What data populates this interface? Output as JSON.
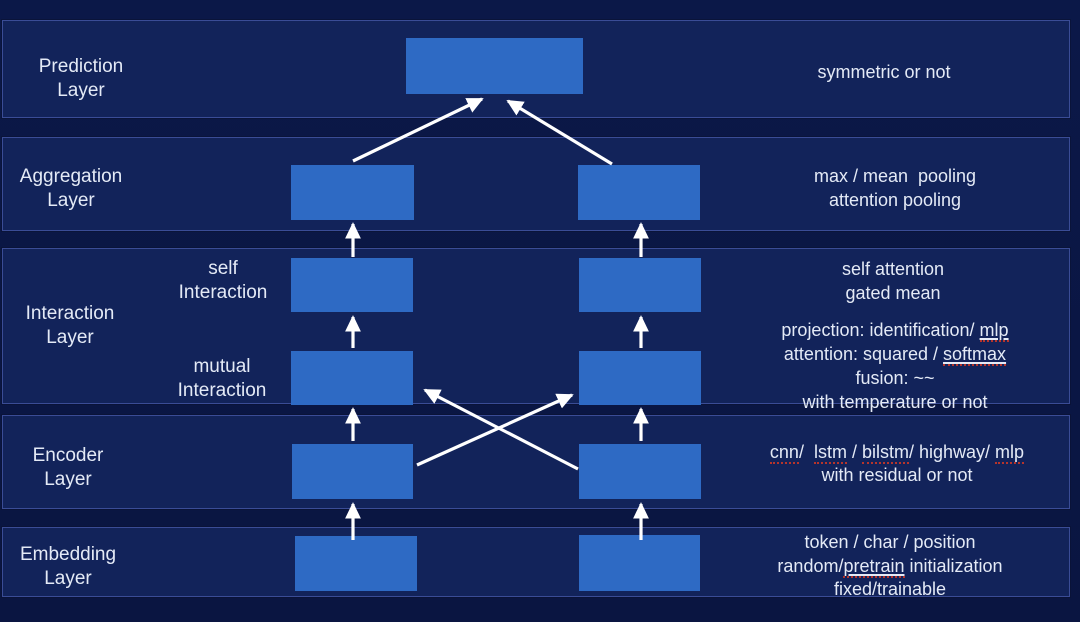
{
  "page": {
    "background": "#0A1643"
  },
  "colors": {
    "band_fill": "#12235A",
    "band_border": "#3A4C96",
    "box_fill": "#2E6AC4",
    "arrow": "#FFFFFF",
    "text": "#E4EAF6",
    "squiggle_red": "#B5342C"
  },
  "layers": {
    "prediction": {
      "label": "Prediction\nLayer",
      "annotation": {
        "line1": "symmetric or not"
      }
    },
    "aggregation": {
      "label": "Aggregation\nLayer",
      "annotation": {
        "line1": "max / mean  pooling",
        "line2": "attention pooling"
      }
    },
    "interaction": {
      "label": "Interaction\nLayer",
      "sublabel_self": "self\nInteraction",
      "sublabel_mutual": "mutual\nInteraction",
      "annotation": {
        "line1": "self attention",
        "line2": "gated mean"
      },
      "detail": {
        "line1_pre": "projection: identification/ ",
        "line1_word": "mlp",
        "line2_pre": "attention: squared / ",
        "line2_word": "softmax",
        "line3": "fusion: ~~",
        "line4": "with temperature or not"
      }
    },
    "encoder": {
      "label": "Encoder\nLayer",
      "annotation": {
        "w1": "cnn",
        "s1": "/  ",
        "w2": "lstm",
        "s2": " / ",
        "w3": "bilstm",
        "s3": "/ highway/ ",
        "w4": "mlp",
        "line2": "with residual or not"
      }
    },
    "embedding": {
      "label": "Embedding\nLayer",
      "annotation": {
        "line1": "token / char / position",
        "line2_pre": "random/",
        "line2_word": "pretrain",
        "line2_post": " initialization",
        "line3": "fixed/trainable"
      }
    }
  }
}
